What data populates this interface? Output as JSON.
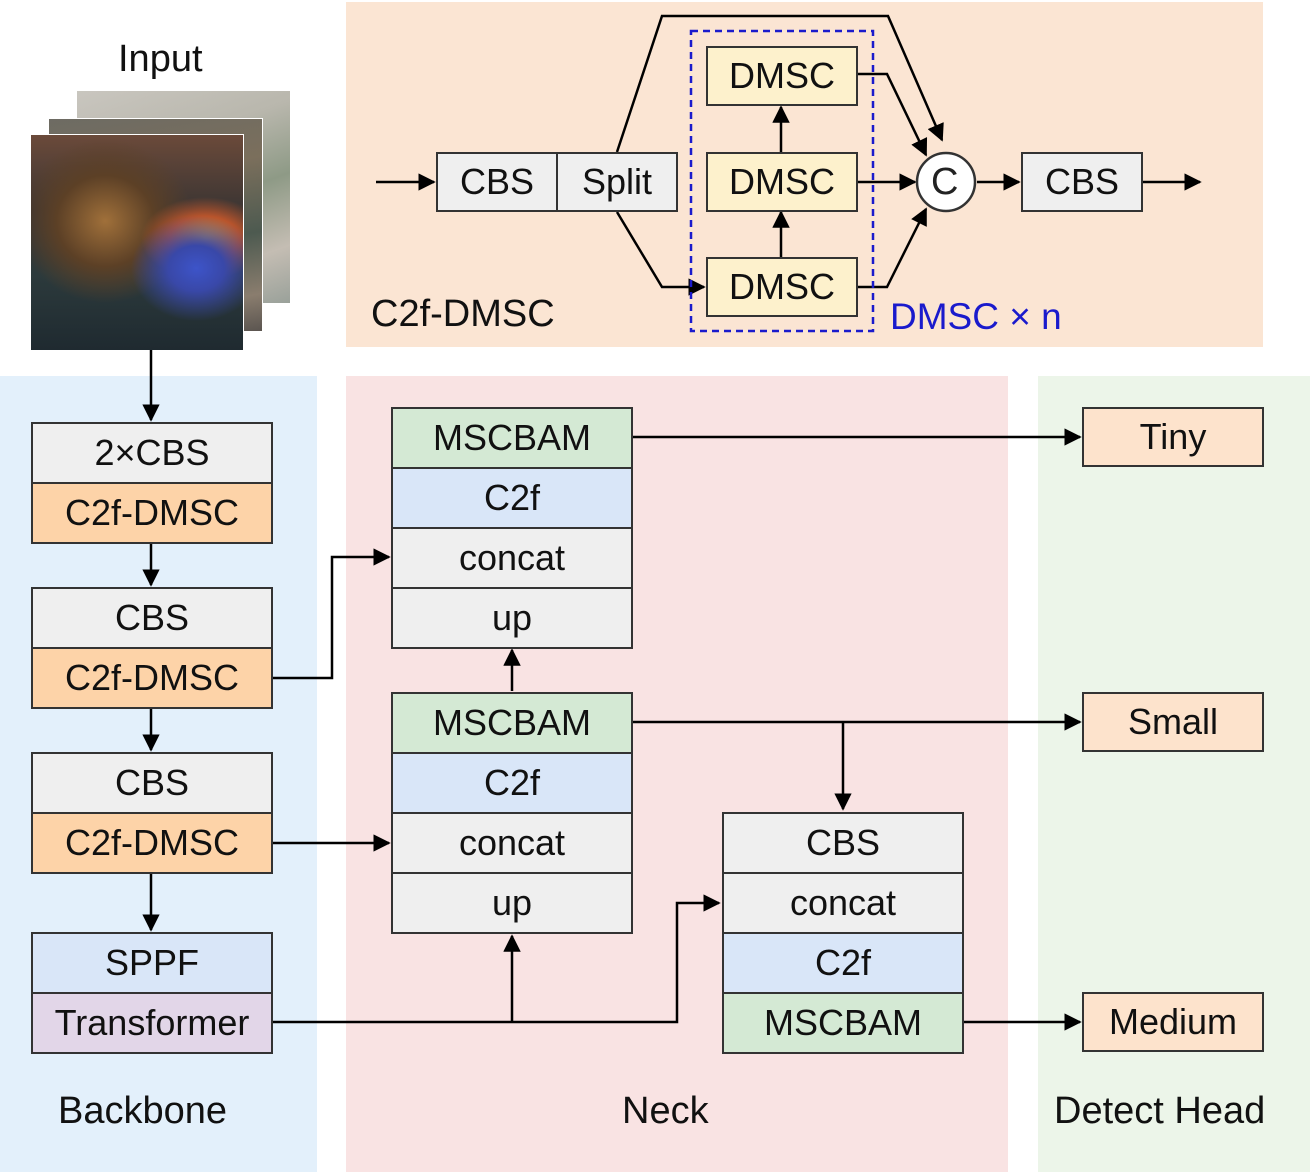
{
  "input_label": "Input",
  "c2f_detail": {
    "title": "C2f-DMSC",
    "repeat_label": "DMSC × n",
    "cbs_in": "CBS",
    "split": "Split",
    "dmsc_top": "DMSC",
    "dmsc_mid": "DMSC",
    "dmsc_bot": "DMSC",
    "concat_symbol": "C",
    "cbs_out": "CBS"
  },
  "backbone": {
    "title": "Backbone",
    "b1_top": "2×CBS",
    "b1_bottom": "C2f-DMSC",
    "b2_top": "CBS",
    "b2_bottom": "C2f-DMSC",
    "b3_top": "CBS",
    "b3_bottom": "C2f-DMSC",
    "b4_top": "SPPF",
    "b4_bottom": "Transformer"
  },
  "neck": {
    "title": "Neck",
    "upper": [
      "MSCBAM",
      "C2f",
      "concat",
      "up"
    ],
    "middle": [
      "MSCBAM",
      "C2f",
      "concat",
      "up"
    ],
    "right": [
      "CBS",
      "concat",
      "C2f",
      "MSCBAM"
    ]
  },
  "head": {
    "title": "Detect Head",
    "tiny": "Tiny",
    "small": "Small",
    "medium": "Medium"
  },
  "colors": {
    "backbone_bg": "#e3f0fb",
    "neck_bg": "#f9e3e3",
    "head_bg": "#ecf5e9",
    "c2f_bg": "#fbe5d3",
    "repeat_label": "#1a1acc"
  }
}
